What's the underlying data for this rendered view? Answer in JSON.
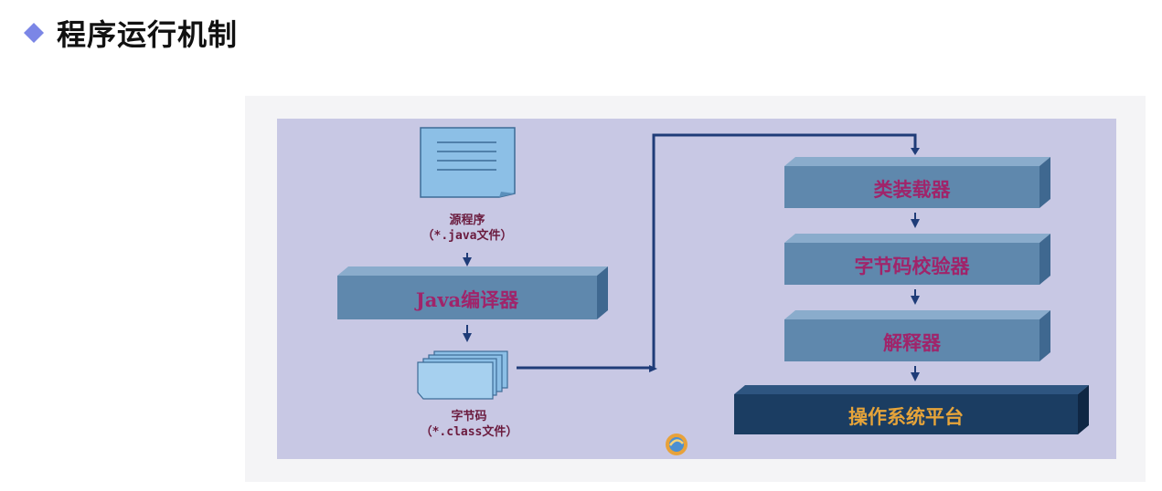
{
  "slide": {
    "title": "程序运行机制",
    "accent_color": "#7b86e6"
  },
  "diagram": {
    "source": {
      "name": "源程序",
      "ext": "（*.java文件）"
    },
    "compiler": "Java编译器",
    "bytecode": {
      "name": "字节码",
      "ext": "（*.class文件）"
    },
    "class_loader": "类装载器",
    "verifier": "字节码校验器",
    "interpreter": "解释器",
    "os": "操作系统平台"
  },
  "colors": {
    "panel_bg": "#c8c8e4",
    "box_face": "#5f88ad",
    "os_face": "#1b3d62",
    "arrow": "#1f3c78"
  }
}
